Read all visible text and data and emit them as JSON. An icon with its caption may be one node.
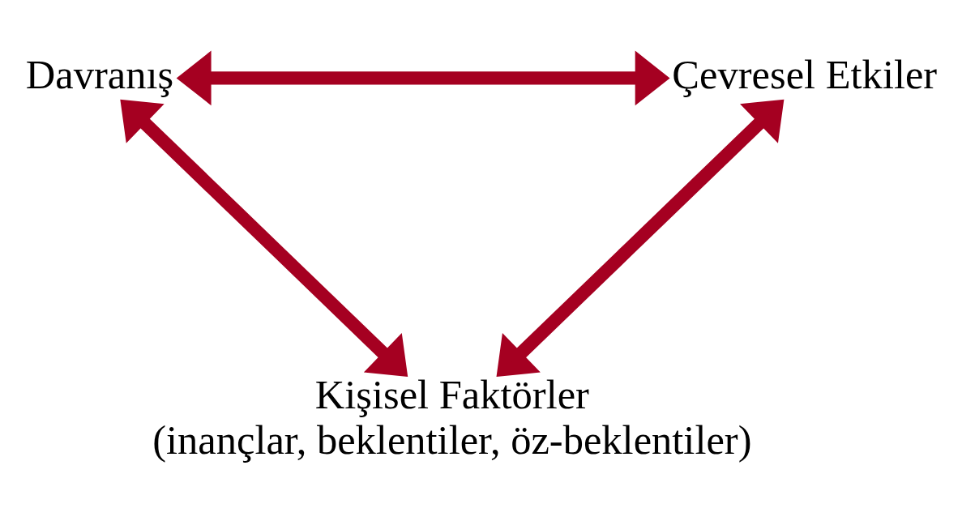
{
  "diagram": {
    "nodes": [
      {
        "text": [
          "Davranış"
        ]
      },
      {
        "text": [
          "Çevresel Etkiler"
        ]
      },
      {
        "text": [
          "Kişisel Faktörler",
          "(inançlar, beklentiler, öz-beklentiler)"
        ]
      }
    ],
    "edges": [
      {
        "from": 0,
        "to": 1,
        "arrow": "both"
      },
      {
        "from": 0,
        "to": 2,
        "arrow": "both"
      },
      {
        "from": 1,
        "to": 2,
        "arrow": "both"
      }
    ]
  }
}
